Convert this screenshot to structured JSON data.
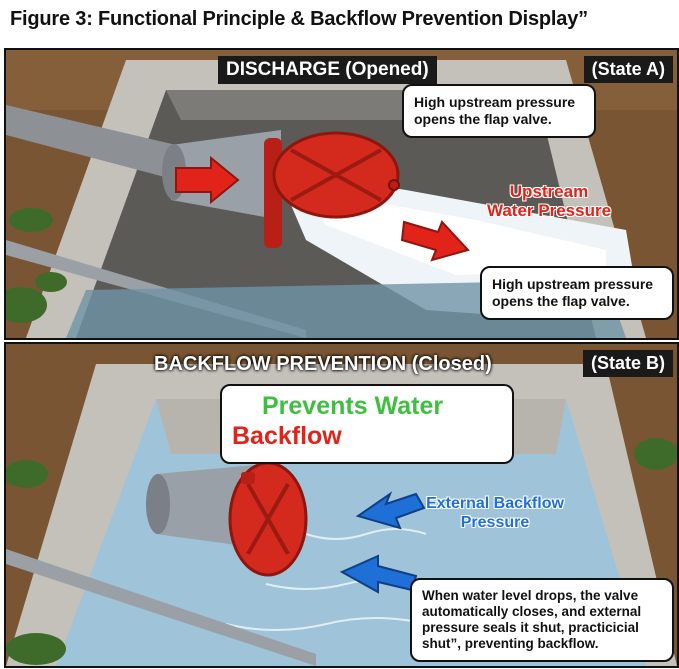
{
  "figure": {
    "title": "Figure 3: Functional Principle & Backflow Prevention Display”"
  },
  "state_a": {
    "header": "DISCHARGE (Opened)",
    "state_label": "(State A)",
    "callout_top": "High upstream pressure opens the flap valve.",
    "callout_bottom": "High upstream pressure opens the flap valve.",
    "pressure_label_line1": "Upstream",
    "pressure_label_line2": "Water Pressure"
  },
  "state_b": {
    "header": "BACKFLOW PREVENTION (Closed)",
    "state_label": "(State B)",
    "headline_line1": "Prevents Water",
    "headline_line2": "Backflow",
    "pressure_label_line1": "External Backflow",
    "pressure_label_line2": "Pressure",
    "callout": "When water level drops, the valve automatically closes, and external pressure seals it shut, practicicial shut”, preventing backflow."
  },
  "colors": {
    "valve_red": "#d42a1e",
    "arrow_red": "#e2231a",
    "arrow_blue": "#1e6fd6",
    "label_green": "#3fbf3f",
    "concrete": "#bdbab3",
    "soil": "#6b4a2b",
    "water_blue": "#9fc3d8"
  }
}
